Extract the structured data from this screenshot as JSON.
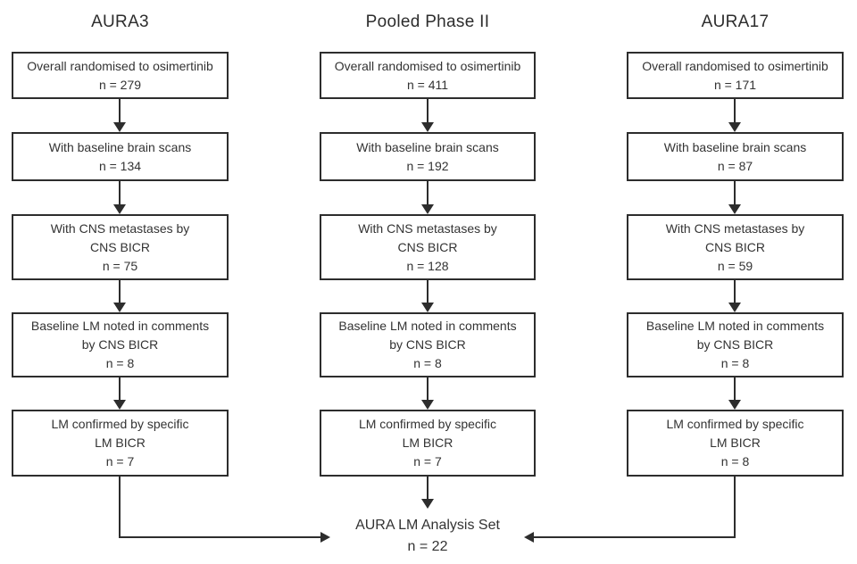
{
  "columns": [
    {
      "title": "AURA3",
      "boxes": [
        {
          "lines": [
            "Overall randomised to osimertinib",
            "n = 279"
          ]
        },
        {
          "lines": [
            "With baseline brain scans",
            "n = 134"
          ]
        },
        {
          "lines": [
            "With CNS metastases by",
            "CNS BICR",
            "n = 75"
          ]
        },
        {
          "lines": [
            "Baseline LM noted in comments",
            "by CNS BICR",
            "n = 8"
          ]
        },
        {
          "lines": [
            "LM confirmed by specific",
            "LM BICR",
            "n = 7"
          ]
        }
      ]
    },
    {
      "title": "Pooled Phase II",
      "boxes": [
        {
          "lines": [
            "Overall randomised to osimertinib",
            "n = 411"
          ]
        },
        {
          "lines": [
            "With baseline brain scans",
            "n = 192"
          ]
        },
        {
          "lines": [
            "With CNS metastases by",
            "CNS BICR",
            "n = 128"
          ]
        },
        {
          "lines": [
            "Baseline LM noted in comments",
            "by CNS BICR",
            "n = 8"
          ]
        },
        {
          "lines": [
            "LM confirmed by specific",
            "LM BICR",
            "n = 7"
          ]
        }
      ]
    },
    {
      "title": "AURA17",
      "boxes": [
        {
          "lines": [
            "Overall randomised to osimertinib",
            "n = 171"
          ]
        },
        {
          "lines": [
            "With baseline brain scans",
            "n = 87"
          ]
        },
        {
          "lines": [
            "With CNS metastases by",
            "CNS BICR",
            "n = 59"
          ]
        },
        {
          "lines": [
            "Baseline LM noted in comments",
            "by CNS BICR",
            "n = 8"
          ]
        },
        {
          "lines": [
            "LM confirmed by specific",
            "LM BICR",
            "n = 8"
          ]
        }
      ]
    }
  ],
  "final_node": {
    "line1": "AURA LM Analysis Set",
    "line2": "n = 22"
  },
  "colors": {
    "line": "#2d2d2d",
    "text": "#333333",
    "background": "#ffffff"
  }
}
